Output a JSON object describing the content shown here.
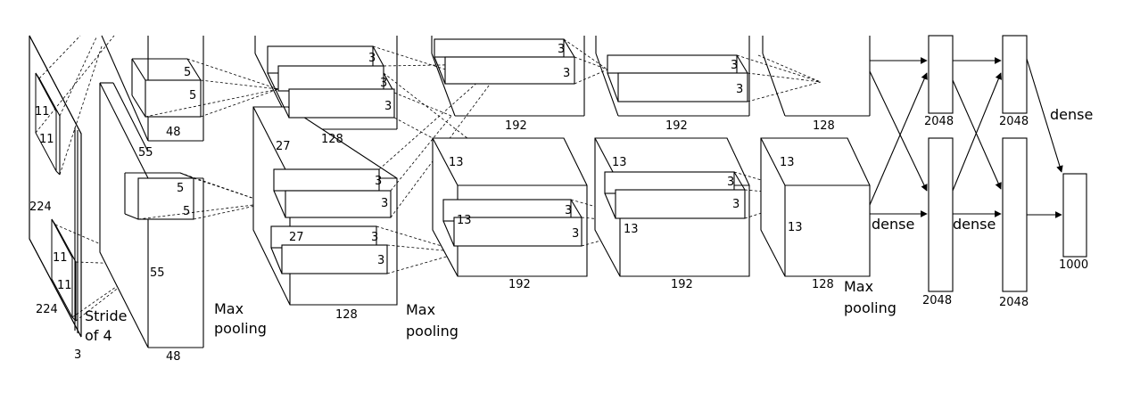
{
  "diagram": {
    "input": {
      "size": "224",
      "size_bottom": "224",
      "channels": "3",
      "kernel_a": "11",
      "kernel_b": "11",
      "kernel_c": "11",
      "kernel_d": "11",
      "stride_line1": "Stride",
      "stride_line2": "of 4"
    },
    "conv1": {
      "spatial": "55",
      "depth_top": "48",
      "depth_bottom": "48",
      "k_top_a": "5",
      "k_top_b": "5",
      "k_bot_a": "5",
      "k_bot_b": "5",
      "spatial_mid": "55"
    },
    "conv2": {
      "spatial": "27",
      "spatial_mid": "27",
      "depth_top": "128",
      "depth_bottom": "128",
      "k_top_a": "3",
      "k_top_b": "3",
      "k_top_c": "3",
      "k_bot_a": "3",
      "k_bot_b": "3",
      "k_bot_c": "3",
      "k_bot_d": "3"
    },
    "conv3": {
      "spatial": "13",
      "spatial_mid": "13",
      "depth_top": "192",
      "depth_bottom": "192",
      "k_top_a": "3",
      "k_top_b": "3",
      "k_bot_a": "3",
      "k_bot_b": "3"
    },
    "conv4": {
      "spatial": "13",
      "spatial_mid": "13",
      "depth_top": "192",
      "depth_bottom": "192",
      "k_top_a": "3",
      "k_top_b": "3",
      "k_bot_a": "3",
      "k_bot_b": "3"
    },
    "conv5": {
      "spatial": "13",
      "spatial_mid": "13",
      "depth_top": "128",
      "depth_bottom": "128"
    },
    "pooling": {
      "max1_a": "Max",
      "max1_b": "pooling",
      "max2_a": "Max",
      "max2_b": "pooling",
      "max3_a": "Max",
      "max3_b": "pooling"
    },
    "fc": {
      "fc6_top": "2048",
      "fc6_bottom": "2048",
      "fc7_top": "2048",
      "fc7_bottom": "2048",
      "output": "1000",
      "dense_1": "dense",
      "dense_2": "dense",
      "dense_3": "dense"
    }
  }
}
